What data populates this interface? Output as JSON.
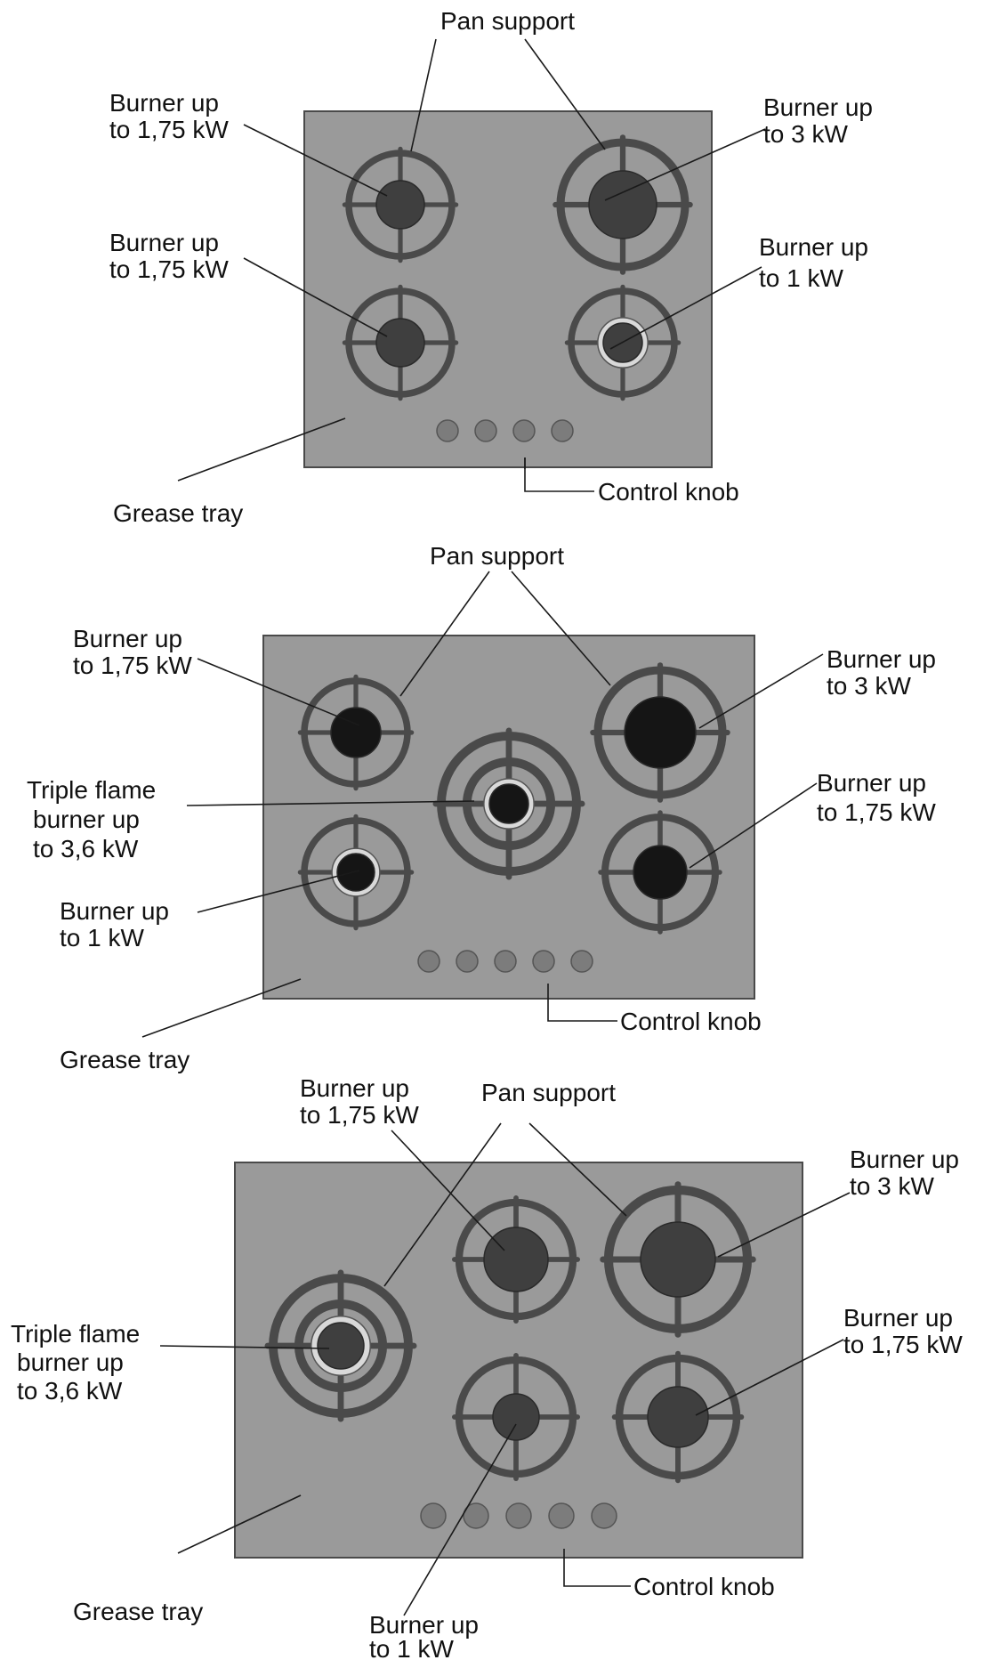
{
  "colors": {
    "plate": "#9a9a9a",
    "grate": "#4a4a4a",
    "burner_cap": "#3f3f3f",
    "burner_cap_dark": "#151515",
    "knob": "#7c7c7c",
    "text": "#111111"
  },
  "hobs": [
    {
      "id": "four-burner-hob",
      "labels": {
        "pan_support": "Pan support",
        "burner_top_left": [
          "Burner up",
          "to 1,75 kW"
        ],
        "burner_bottom_left": [
          "Burner up",
          "to 1,75 kW"
        ],
        "burner_top_right": [
          "Burner up",
          "to 3 kW"
        ],
        "burner_bottom_right": [
          "Burner up",
          "to 1 kW"
        ],
        "grease_tray": "Grease tray",
        "control_knob": "Control knob"
      },
      "knob_count": 4
    },
    {
      "id": "five-burner-hob-center-wok",
      "labels": {
        "pan_support": "Pan support",
        "burner_top_left": [
          "Burner up",
          "to 1,75 kW"
        ],
        "triple_flame": [
          "Triple flame",
          "burner up",
          "to 3,6 kW"
        ],
        "burner_bottom_left": [
          "Burner up",
          "to 1 kW"
        ],
        "burner_top_right": [
          "Burner up",
          "to 3 kW"
        ],
        "burner_bottom_right": [
          "Burner up",
          "to 1,75 kW"
        ],
        "grease_tray": "Grease tray",
        "control_knob": "Control knob"
      },
      "knob_count": 5
    },
    {
      "id": "five-burner-hob-side-wok",
      "labels": {
        "burner_top_middle": [
          "Burner up",
          "to 1,75 kW"
        ],
        "pan_support": "Pan support",
        "triple_flame": [
          "Triple flame",
          "burner up",
          "to 3,6 kW"
        ],
        "burner_top_right": [
          "Burner up",
          "to 3 kW"
        ],
        "burner_bottom_right": [
          "Burner up",
          "to 1,75 kW"
        ],
        "burner_bottom_middle": [
          "Burner up",
          "to 1 kW"
        ],
        "grease_tray": "Grease tray",
        "control_knob": "Control knob"
      },
      "knob_count": 5
    }
  ]
}
